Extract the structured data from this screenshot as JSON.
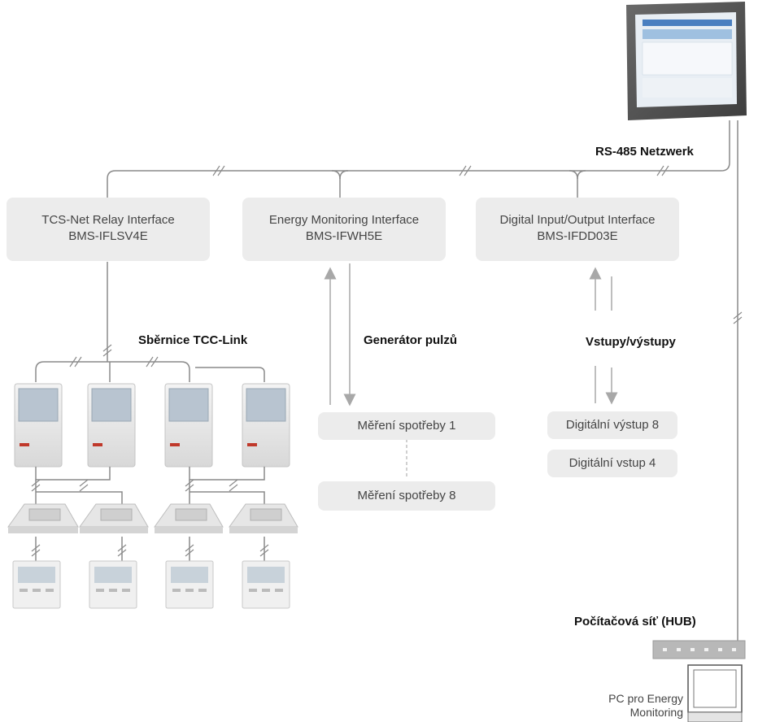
{
  "labels": {
    "rs485": "RS-485 Netzwerk",
    "tcc_link": "Sběrnice TCC-Link",
    "pulse_generator": "Generátor pulzů",
    "io": "Vstupy/výstupy",
    "hub": "Počítačová síť (HUB)"
  },
  "interfaces": [
    {
      "line1": "TCS-Net Relay Interface",
      "line2": "BMS-IFLSV4E"
    },
    {
      "line1": "Energy Monitoring Interface",
      "line2": "BMS-IFWH5E"
    },
    {
      "line1": "Digital Input/Output Interface",
      "line2": "BMS-IFDD03E"
    }
  ],
  "meters": {
    "first": "Měření spotřeby 1",
    "last": "Měření spotřeby 8"
  },
  "io_items": {
    "output": "Digitální výstup 8",
    "input": "Digitální vstup 4"
  },
  "pc": {
    "line1": "PC pro Energy",
    "line2": "Monitoring"
  },
  "colors": {
    "line": "#8a8a8a",
    "box": "#ececec",
    "arrow": "#a8a8a8"
  }
}
